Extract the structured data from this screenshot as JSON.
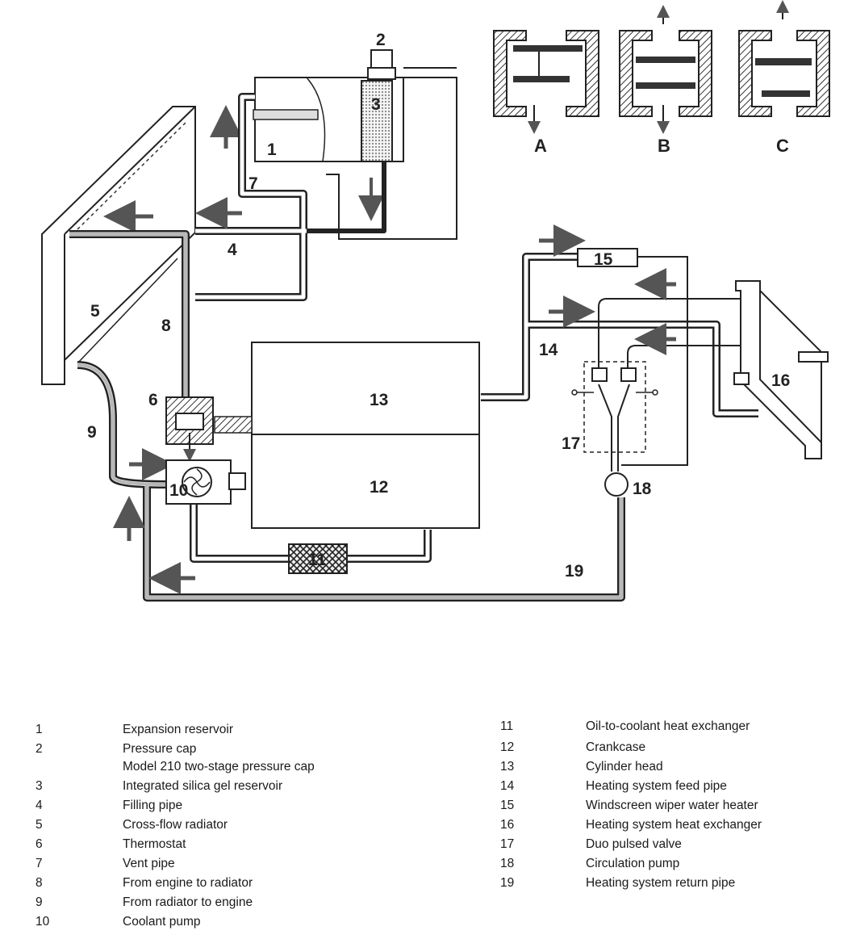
{
  "diagram": {
    "component_numbers": [
      "1",
      "2",
      "3",
      "4",
      "5",
      "6",
      "7",
      "8",
      "9",
      "10",
      "11",
      "12",
      "13",
      "14",
      "15",
      "16",
      "17",
      "18",
      "19"
    ],
    "valve_positions": [
      "A",
      "B",
      "C"
    ]
  },
  "legend": {
    "left": [
      {
        "no": "1",
        "text": "Expansion reservoir"
      },
      {
        "no": "2",
        "text": "Pressure cap"
      },
      {
        "no": "",
        "text": "Model 210 two-stage pressure cap"
      },
      {
        "no": "3",
        "text": "Integrated silica gel reservoir"
      },
      {
        "no": "4",
        "text": "Filling pipe"
      },
      {
        "no": "5",
        "text": "Cross-flow radiator"
      },
      {
        "no": "6",
        "text": "Thermostat"
      },
      {
        "no": "7",
        "text": "Vent pipe"
      },
      {
        "no": "8",
        "text": "From engine to radiator"
      },
      {
        "no": "9",
        "text": "From radiator to engine"
      },
      {
        "no": "10",
        "text": "Coolant pump"
      }
    ],
    "right": [
      {
        "no": "11",
        "text": "Oil-to-coolant heat exchanger"
      },
      {
        "no": "12",
        "text": "Crankcase"
      },
      {
        "no": "13",
        "text": "Cylinder head"
      },
      {
        "no": "14",
        "text": "Heating system feed pipe"
      },
      {
        "no": "15",
        "text": "Windscreen wiper water heater"
      },
      {
        "no": "16",
        "text": "Heating system heat exchanger"
      },
      {
        "no": "17",
        "text": "Duo pulsed valve"
      },
      {
        "no": "18",
        "text": "Circulation pump"
      },
      {
        "no": "19",
        "text": "Heating system return pipe"
      }
    ]
  }
}
